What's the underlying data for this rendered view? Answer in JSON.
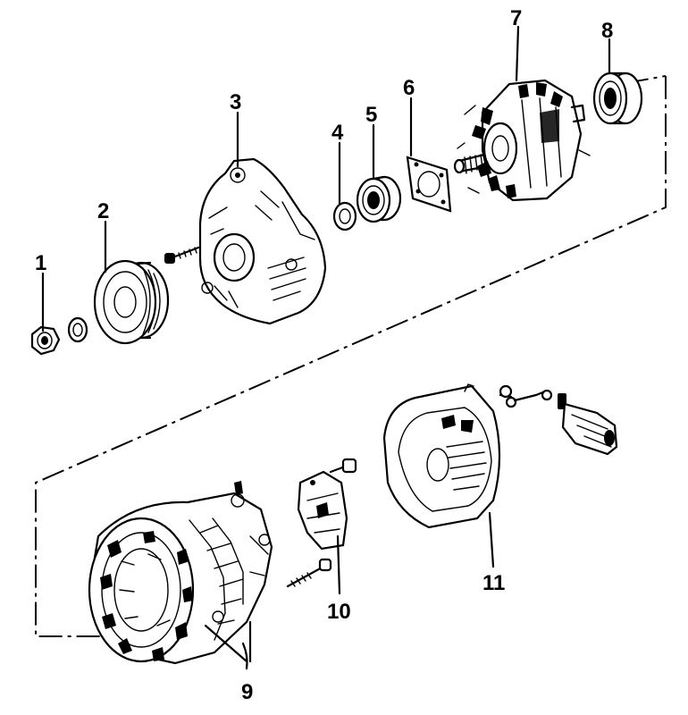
{
  "diagram": {
    "callouts": [
      {
        "id": "1",
        "text": "1"
      },
      {
        "id": "2",
        "text": "2"
      },
      {
        "id": "3",
        "text": "3"
      },
      {
        "id": "4",
        "text": "4"
      },
      {
        "id": "5",
        "text": "5"
      },
      {
        "id": "6",
        "text": "6"
      },
      {
        "id": "7",
        "text": "7"
      },
      {
        "id": "8",
        "text": "8"
      },
      {
        "id": "9",
        "text": "9"
      },
      {
        "id": "10",
        "text": "10"
      },
      {
        "id": "11",
        "text": "11"
      }
    ],
    "style": {
      "line_color": "#000000",
      "background": "#ffffff"
    }
  }
}
